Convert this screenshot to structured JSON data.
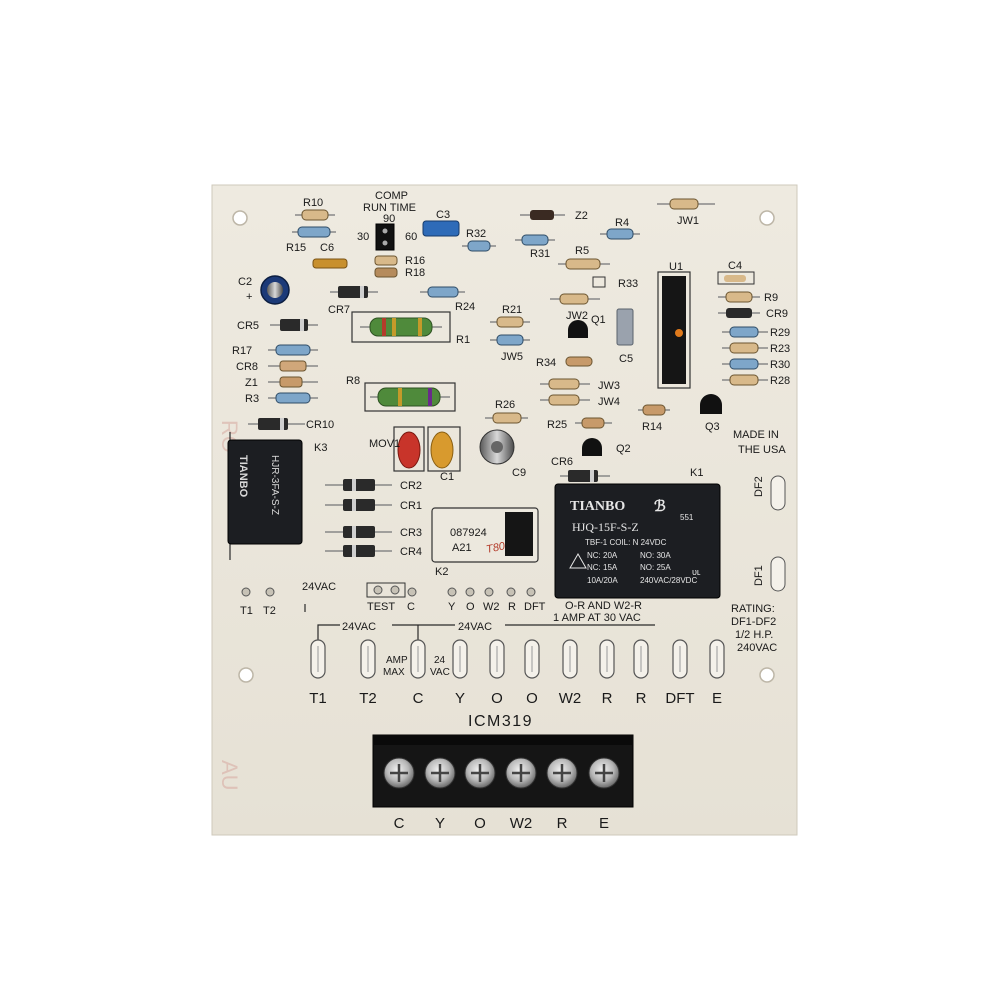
{
  "board": {
    "model": "ICM319",
    "made_in": [
      "MADE IN",
      "THE USA"
    ],
    "rating": [
      "RATING:",
      "DF1-DF2",
      "1/2 H.P.",
      "240VAC"
    ],
    "relay_note": [
      "O-R AND W2-R",
      "1 AMP AT 30 VAC"
    ],
    "comp_run_time": [
      "COMP",
      "RUN TIME"
    ],
    "run_time_settings": [
      "30",
      "90",
      "60"
    ],
    "amp_max": [
      "AMP",
      "MAX"
    ],
    "twentyfour_vac_small": [
      "24",
      "VAC"
    ],
    "vac_24": "24VAC",
    "test": "TEST",
    "top_pins": [
      "Y",
      "O",
      "W2",
      "R",
      "DFT"
    ],
    "c_pin": "C",
    "t_pins": [
      "T1",
      "T2"
    ],
    "df_labels": [
      "DF2",
      "DF1"
    ],
    "ic_label": [
      "087924",
      "A21"
    ],
    "ic_handwritten": "T80",
    "bottom_terminals": [
      "T1",
      "T2",
      "C",
      "Y",
      "O",
      "O",
      "W2",
      "R",
      "R",
      "DFT",
      "E"
    ],
    "block_terminals": [
      "C",
      "Y",
      "O",
      "W2",
      "R",
      "E"
    ]
  },
  "components": {
    "resistors_left": [
      "R10",
      "R15",
      "R17",
      "R3"
    ],
    "diodes_left": [
      "CR5",
      "CR8",
      "Z1",
      "CR10"
    ],
    "cap_left": [
      "C2",
      "C6",
      "CR7"
    ],
    "top_middle": [
      "R16",
      "R18",
      "R24",
      "C3",
      "R32",
      "R31",
      "Z2",
      "R4",
      "JW1",
      "R5",
      "R33",
      "JW2",
      "Q1",
      "C5"
    ],
    "middle": [
      "R1",
      "R8",
      "R21",
      "JW5",
      "R34",
      "JW3",
      "JW4",
      "R26",
      "R25",
      "R14",
      "Q2",
      "Q3",
      "CR6",
      "U1",
      "MOV1",
      "C1",
      "C9",
      "K1",
      "K2",
      "K3"
    ],
    "right_resistors": [
      "C4",
      "R9",
      "CR9",
      "R29",
      "R23",
      "R30",
      "R28"
    ],
    "lower_diodes": [
      "CR2",
      "CR1",
      "CR3",
      "CR4"
    ]
  },
  "relay_k1": {
    "brand": "TIANBO",
    "model": "HJQ-15F-S-Z",
    "coil": "TBF-1 COIL: N 24VDC",
    "nc1": "NC: 20A",
    "no1": "NO: 30A",
    "nc2": "NC: 15A",
    "no2": "NO: 25A",
    "rating1": "10A/20A",
    "rating2": "240VAC/28VDC",
    "code": "551"
  },
  "relay_k3": {
    "brand": "TIANBO",
    "model": "HJR-3FA-S-Z"
  },
  "colors": {
    "board": "#ebe7dc",
    "silk": "#1a1a1a",
    "relay": "#1c1e22",
    "terminal_block": "#151515",
    "resistor_blue": "#7ea6c9",
    "resistor_tan": "#d8b98a",
    "resistor_green": "#4f8a3b"
  }
}
